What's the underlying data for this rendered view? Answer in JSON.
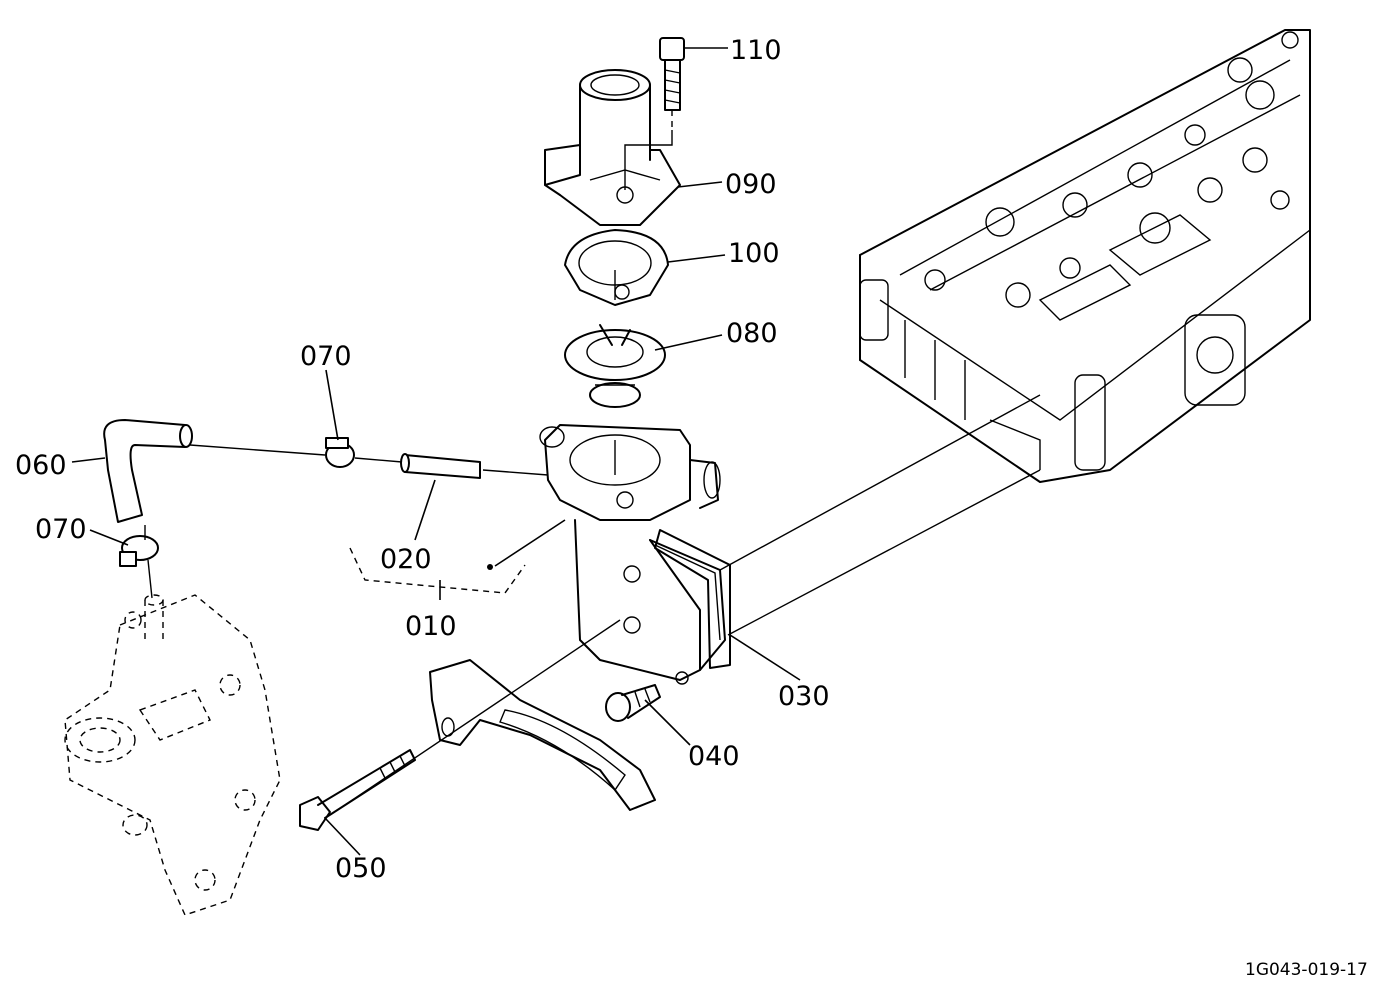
{
  "callouts": {
    "p110": "110",
    "p090": "090",
    "p100": "100",
    "p080": "080",
    "p070a": "070",
    "p060": "060",
    "p070b": "070",
    "p020": "020",
    "p010": "010",
    "p030": "030",
    "p040": "040",
    "p050": "050"
  },
  "reference_code": "1G043-019-17"
}
